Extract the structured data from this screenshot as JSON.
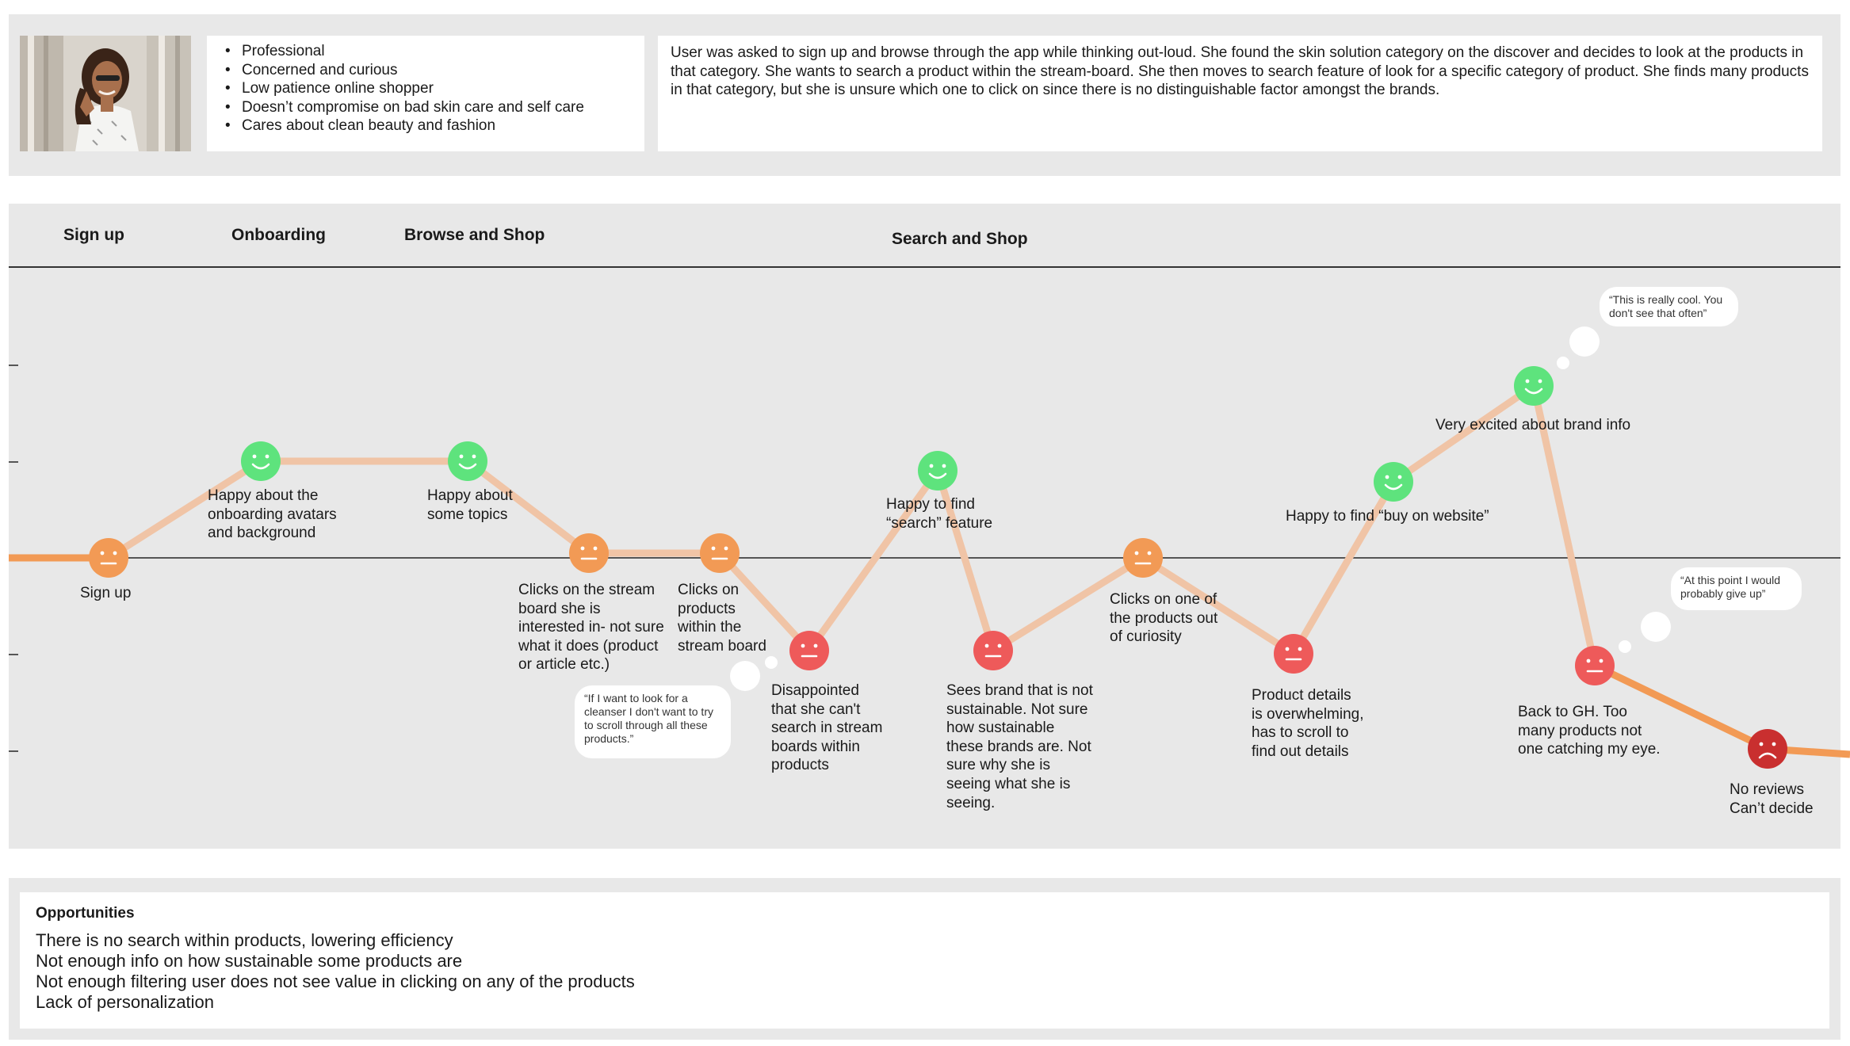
{
  "persona": {
    "traits": [
      "Professional",
      "Concerned and curious",
      "Low patience online shopper",
      "Doesn’t  compromise on bad skin care and self care",
      "Cares about clean beauty and fashion"
    ],
    "summary": "User was asked to sign up and browse through the app while thinking out-loud. She found the skin solution category on the discover and decides to look at the products in that category. She wants to search a product within the stream-board. She then moves to search feature of look for a specific category of product. She finds many products in that category, but she is unsure  which one to click on since there is no distinguishable factor amongst the brands."
  },
  "stages": [
    "Sign up",
    "Onboarding",
    "Browse and Shop",
    "Search and Shop"
  ],
  "colors": {
    "happy": "#5ee37d",
    "neutral": "#f29a55",
    "sad": "#ee5a5a",
    "very_sad": "#c92f2f",
    "line": "#f0c4a6",
    "line_end": "#f29a55",
    "panel": "#e8e8e8"
  },
  "points": [
    {
      "mood": "neutral",
      "label": "Sign up"
    },
    {
      "mood": "happy",
      "label": "Happy about the\nonboarding avatars\nand background"
    },
    {
      "mood": "happy",
      "label": "Happy about\nsome topics"
    },
    {
      "mood": "neutral",
      "label": "Clicks on the stream\nboard she is\ninterested in- not sure\nwhat it does (product\nor article etc.)"
    },
    {
      "mood": "neutral",
      "label": "Clicks on\nproducts\nwithin the\nstream board"
    },
    {
      "mood": "sad",
      "label": "Disappointed\nthat she can't\nsearch in stream\nboards within\nproducts"
    },
    {
      "mood": "happy",
      "label": "Happy to find\n“search” feature"
    },
    {
      "mood": "sad",
      "label": "Sees brand that is not\nsustainable. Not sure\nhow sustainable\nthese brands are. Not\nsure why she is\nseeing what she is\nseeing."
    },
    {
      "mood": "neutral",
      "label": "Clicks on one of\nthe products out\nof curiosity"
    },
    {
      "mood": "sad",
      "label": "Product details\nis overwhelming,\nhas to scroll to\nfind out details"
    },
    {
      "mood": "happy",
      "label": "Happy to find “buy on website”"
    },
    {
      "mood": "happy",
      "label": "Very excited about brand info"
    },
    {
      "mood": "sad",
      "label": "Back to GH. Too\nmany products not\none catching my eye."
    },
    {
      "mood": "very_sad",
      "label": "No reviews\nCan’t decide"
    }
  ],
  "quotes": [
    "“If I want to look for a cleanser I don't want to try to scroll through all these products.”",
    "“This is really cool. You don't see that often”",
    "“At this point I would probably give up”"
  ],
  "opportunities": {
    "title": "Opportunities",
    "items": [
      "There is no search within products, lowering efficiency",
      "Not enough info on how sustainable some products are",
      "Not enough filtering user does not see value in clicking on any of the products",
      "Lack of personalization"
    ]
  }
}
